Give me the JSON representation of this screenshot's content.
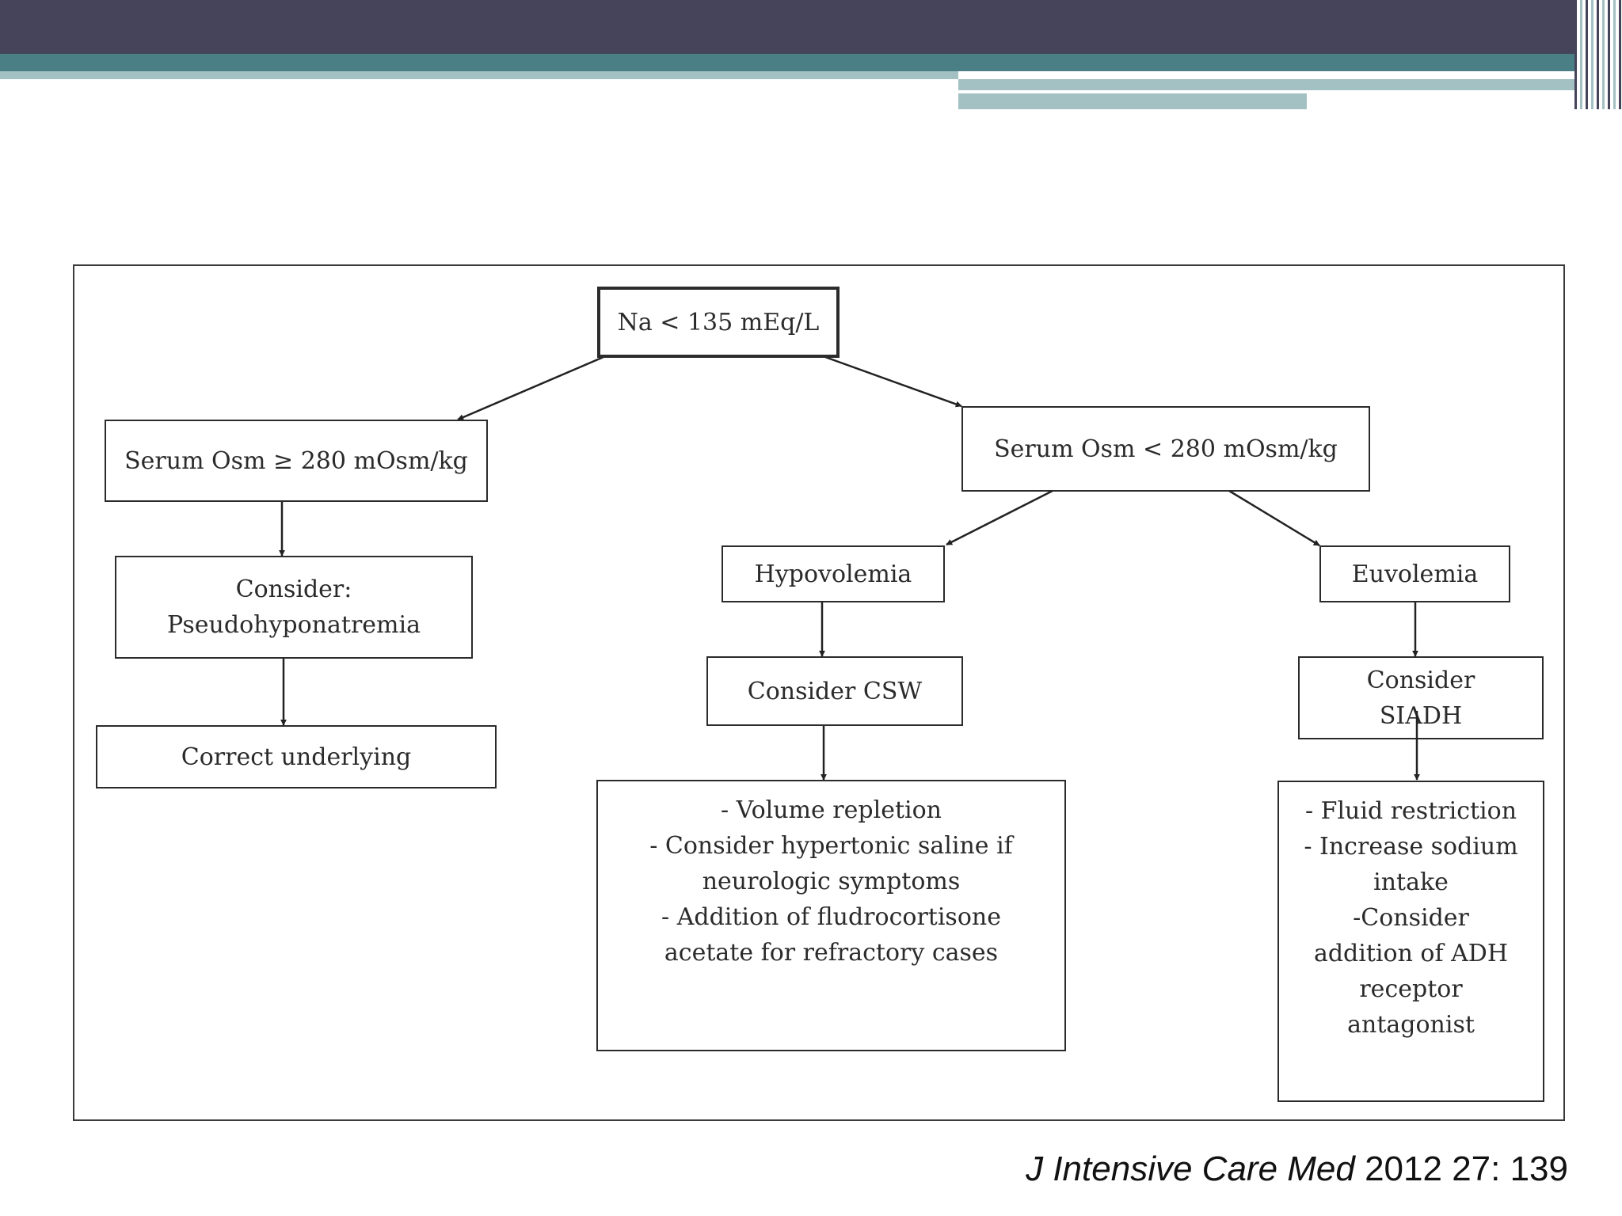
{
  "nodes": {
    "root": {
      "lines": [
        "Na < 135 mEq/L"
      ]
    },
    "high_osm": {
      "lines": [
        "Serum Osm ≥ 280 mOsm/kg"
      ]
    },
    "low_osm": {
      "lines": [
        "Serum Osm < 280 mOsm/kg"
      ]
    },
    "consider_pseudo": {
      "lines": [
        "Consider:",
        "Pseudohyponatremia"
      ]
    },
    "correct": {
      "lines": [
        "Correct underlying"
      ]
    },
    "hypovolemia": {
      "lines": [
        "Hypovolemia"
      ]
    },
    "euvolemia": {
      "lines": [
        "Euvolemia"
      ]
    },
    "consider_csw": {
      "lines": [
        "Consider CSW"
      ]
    },
    "consider_siadh": {
      "lines": [
        "Consider",
        "SIADH"
      ]
    },
    "csw_treatment": {
      "lines": [
        "- Volume repletion",
        "- Consider hypertonic saline if",
        "neurologic symptoms",
        "- Addition of fludrocortisone",
        "acetate for refractory cases"
      ]
    },
    "siadh_treatment": {
      "lines": [
        "- Fluid restriction",
        "- Increase sodium",
        "intake",
        "-Consider",
        "addition of ADH",
        "receptor",
        "antagonist"
      ]
    }
  },
  "citation": {
    "journal": "J Intensive Care Med",
    "details": " 2012 27: 139"
  }
}
